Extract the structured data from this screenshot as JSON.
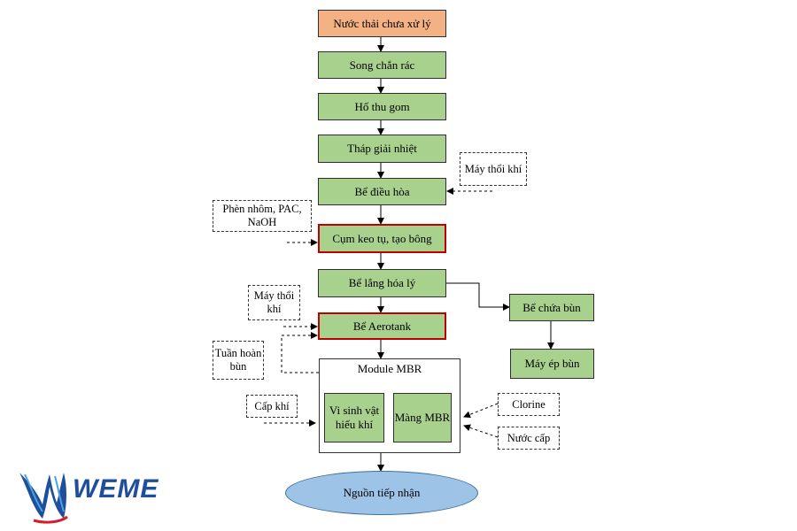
{
  "diagram": {
    "start": "Nước thải chưa xử lý",
    "steps": [
      "Song chắn rác",
      "Hố thu gom",
      "Tháp giải nhiệt",
      "Bể điều hòa",
      "Cụm keo tụ, tạo bông",
      "Bể lắng hóa lý",
      "Bể Aerotank"
    ],
    "module": {
      "title": "Module MBR",
      "left": "Vi sinh vật hiếu khí",
      "right": "Màng MBR"
    },
    "end": "Nguồn tiếp nhận",
    "side_branch": [
      "Bể chứa bùn",
      "Máy ép bùn"
    ],
    "inputs": {
      "blower_1": "Máy thổi khí",
      "chemicals": "Phèn nhôm, PAC, NaOH",
      "blower_2": "Máy thổi khí",
      "sludge_return": "Tuần hoàn bùn",
      "air_supply": "Cấp khí",
      "chlorine": "Clorine",
      "water_supply": "Nước cấp"
    }
  },
  "logo": {
    "text_main": "WEME",
    "colors": {
      "blue": "#1f4e9c",
      "red": "#d11f2e"
    }
  },
  "colors": {
    "start_fill": "#f4b183",
    "step_fill": "#a9d18e",
    "highlight_border": "#c00000",
    "end_fill": "#9dc3e6"
  }
}
